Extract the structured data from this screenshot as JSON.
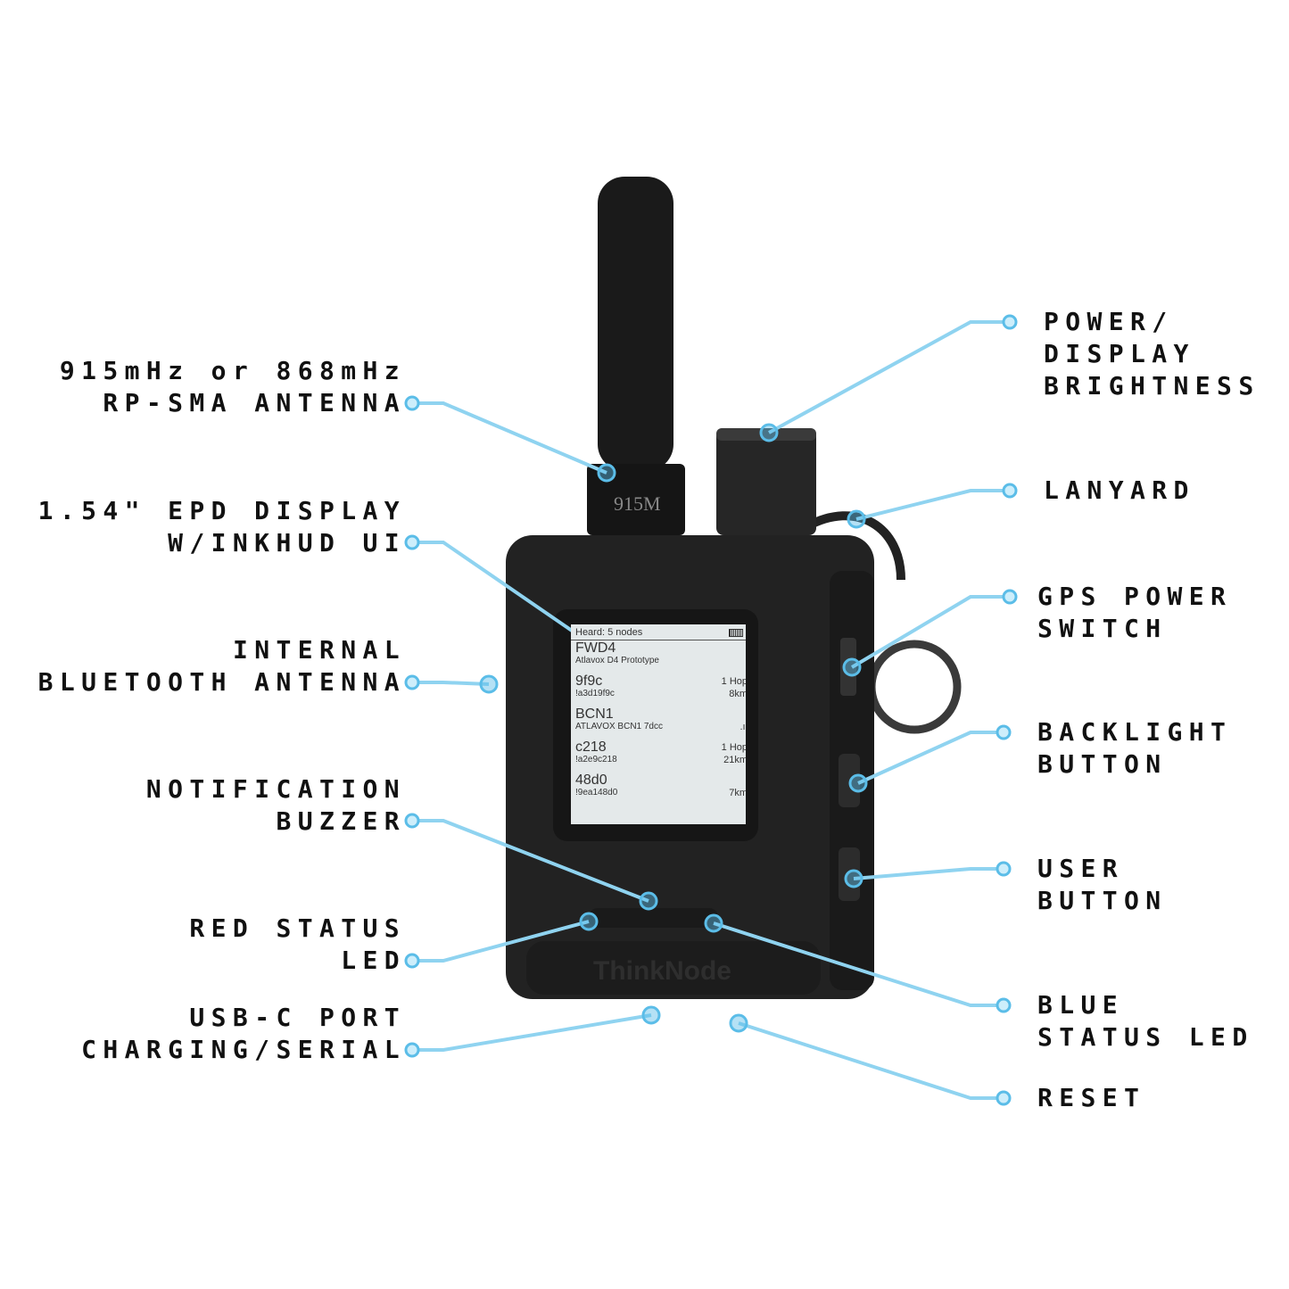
{
  "colors": {
    "callout": "#8fd3f0",
    "callout_dot": "#5bbde8",
    "device": "#1f1f1f",
    "screen": "#e4e9ea"
  },
  "antenna_marking": "915M",
  "brand_logo_text": "ThinkNode",
  "callouts_left": [
    {
      "lines": [
        "915mHz or 868mHz",
        "RP-SMA ANTENNA"
      ]
    },
    {
      "lines": [
        "1.54\" EPD DISPLAY",
        "W/INKHUD UI"
      ]
    },
    {
      "lines": [
        "INTERNAL",
        "BLUETOOTH ANTENNA"
      ]
    },
    {
      "lines": [
        "NOTIFICATION",
        "BUZZER"
      ]
    },
    {
      "lines": [
        "RED STATUS",
        "LED"
      ]
    },
    {
      "lines": [
        "USB-C PORT",
        "CHARGING/SERIAL"
      ]
    }
  ],
  "callouts_right": [
    {
      "lines": [
        "POWER/",
        "DISPLAY",
        "BRIGHTNESS"
      ]
    },
    {
      "lines": [
        "LANYARD"
      ]
    },
    {
      "lines": [
        "GPS POWER",
        "SWITCH"
      ]
    },
    {
      "lines": [
        "BACKLIGHT",
        "BUTTON"
      ]
    },
    {
      "lines": [
        "USER",
        "BUTTON"
      ]
    },
    {
      "lines": [
        "BLUE",
        "STATUS LED"
      ]
    },
    {
      "lines": [
        "RESET"
      ]
    }
  ],
  "screen": {
    "header": "Heard: 5 nodes",
    "nodes": [
      {
        "id": "FWD4",
        "sub": "Atlavox D4 Prototype",
        "r1": "",
        "r2": ""
      },
      {
        "id": "9f9c",
        "sub": "!a3d19f9c",
        "r1": "1 Hop",
        "r2": "8km"
      },
      {
        "id": "BCN1",
        "sub": "ATLAVOX BCN1 7dcc",
        "r1": "",
        "r2": ".ıl"
      },
      {
        "id": "c218",
        "sub": "!a2e9c218",
        "r1": "1 Hop",
        "r2": "21km"
      },
      {
        "id": "48d0",
        "sub": "!9ea148d0",
        "r1": "",
        "r2": "7km"
      }
    ]
  }
}
